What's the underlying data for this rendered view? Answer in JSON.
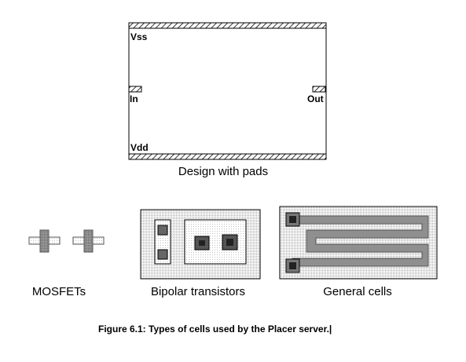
{
  "design": {
    "pad_labels": {
      "vss": "Vss",
      "vdd": "Vdd",
      "in": "In",
      "out": "Out"
    },
    "caption": "Design with pads"
  },
  "cells": {
    "mosfets_label": "MOSFETs",
    "bipolar_label": "Bipolar transistors",
    "general_label": "General cells"
  },
  "figure_caption": "Figure 6.1:  Types of cells used by the Placer server.|"
}
